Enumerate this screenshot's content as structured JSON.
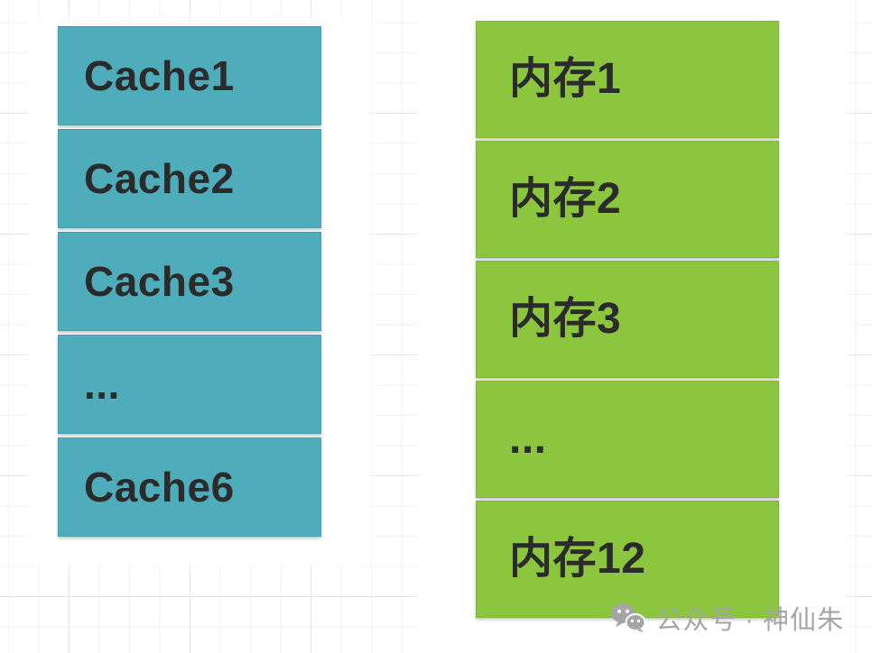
{
  "cache_stack": {
    "items": [
      "Cache1",
      "Cache2",
      "Cache3",
      "...",
      "Cache6"
    ]
  },
  "memory_stack": {
    "items": [
      "内存1",
      "内存2",
      "内存3",
      "...",
      "内存12"
    ]
  },
  "watermark": {
    "icon": "wechat-icon",
    "text": "公众号 · 神仙朱"
  },
  "colors": {
    "cache_fill": "#4FACBA",
    "memory_fill": "#8CC63F",
    "label_text": "#2B2B2B",
    "watermark_gray": "#A5A5A5",
    "grid_minor": "#F2F2F2",
    "grid_major": "#E4E4E4"
  }
}
